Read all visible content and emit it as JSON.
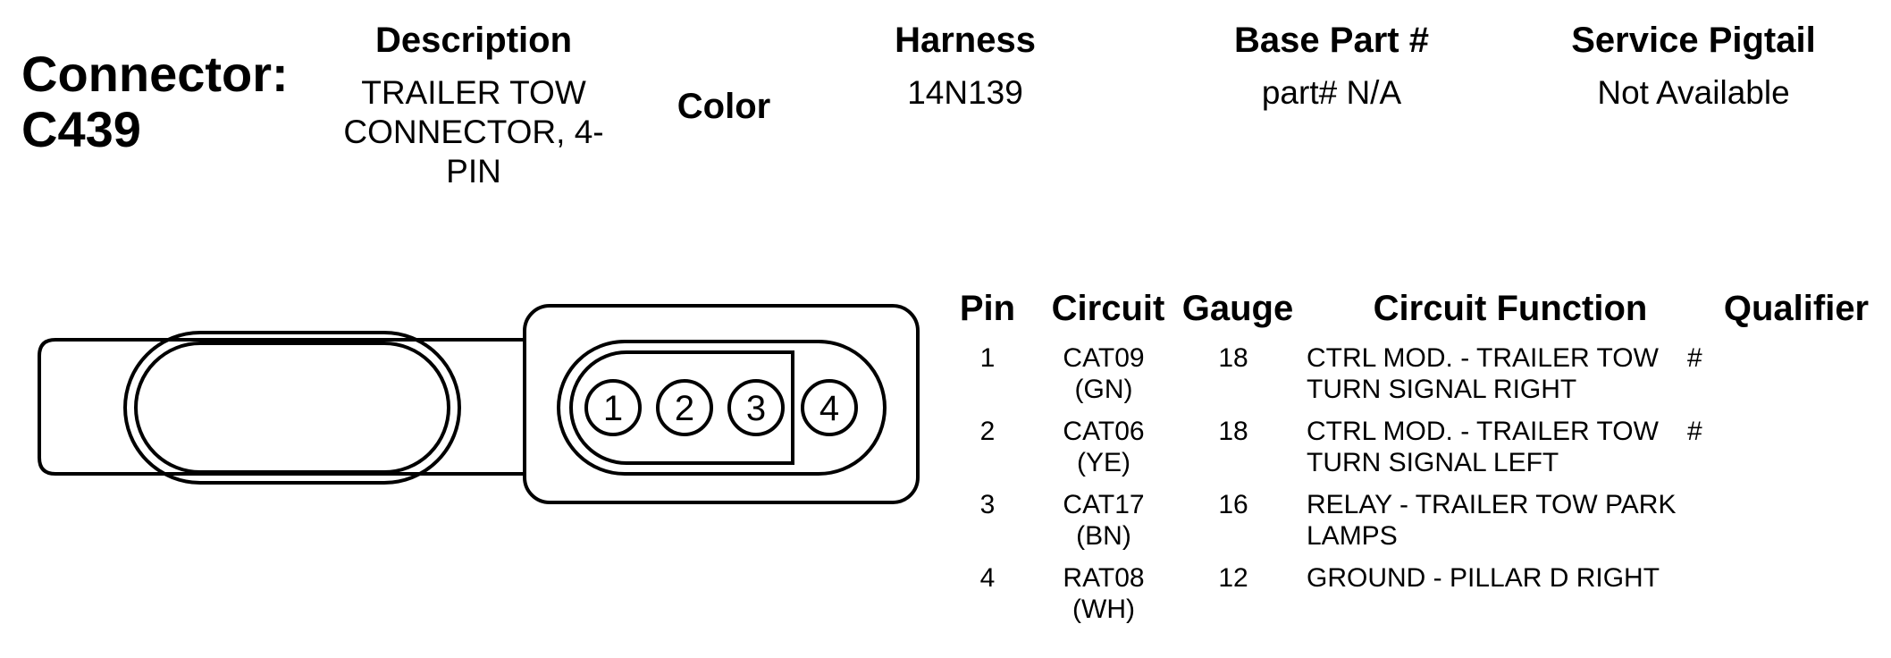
{
  "connector": {
    "label": "Connector:",
    "id": "C439"
  },
  "header": {
    "description_label": "Description",
    "description_value": "TRAILER TOW CONNECTOR, 4-PIN",
    "color_label": "Color",
    "harness_label": "Harness",
    "harness_value": "14N139",
    "base_part_label": "Base Part #",
    "base_part_value": "part# N/A",
    "pigtail_label": "Service Pigtail",
    "pigtail_value": "Not Available"
  },
  "diagram": {
    "pins": [
      "1",
      "2",
      "3",
      "4"
    ]
  },
  "table": {
    "headers": {
      "pin": "Pin",
      "circuit": "Circuit",
      "gauge": "Gauge",
      "function": "Circuit Function",
      "qualifier": "Qualifier"
    },
    "rows": [
      {
        "pin": "1",
        "circuit": "CAT09",
        "color": "(GN)",
        "gauge": "18",
        "function_1": "CTRL MOD. - TRAILER TOW",
        "function_2": "TURN SIGNAL RIGHT",
        "qualifier": "#"
      },
      {
        "pin": "2",
        "circuit": "CAT06",
        "color": "(YE)",
        "gauge": "18",
        "function_1": "CTRL MOD. - TRAILER TOW",
        "function_2": "TURN SIGNAL LEFT",
        "qualifier": "#"
      },
      {
        "pin": "3",
        "circuit": "CAT17",
        "color": "(BN)",
        "gauge": "16",
        "function_1": "RELAY - TRAILER TOW PARK",
        "function_2": "LAMPS",
        "qualifier": ""
      },
      {
        "pin": "4",
        "circuit": "RAT08",
        "color": "(WH)",
        "gauge": "12",
        "function_1": "GROUND - PILLAR D RIGHT",
        "function_2": "",
        "qualifier": ""
      }
    ]
  }
}
